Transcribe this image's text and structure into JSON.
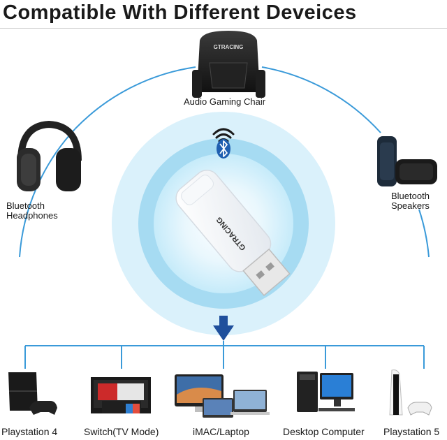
{
  "title": "Compatible With Different Deveices",
  "brand": "GTRACING",
  "top_devices": {
    "chair": "Audio Gaming Chair",
    "headphones": [
      "Bluetooth",
      "Headphones"
    ],
    "speakers": [
      "Bluetooth",
      "Speakers"
    ]
  },
  "bottom_devices": [
    {
      "label": "Playstation  4",
      "icon": "playstation-4-icon"
    },
    {
      "label": "Switch(TV Mode)",
      "icon": "nintendo-switch-icon"
    },
    {
      "label": "iMAC/Laptop",
      "icon": "imac-laptop-icon"
    },
    {
      "label": "Desktop Computer",
      "icon": "desktop-computer-icon"
    },
    {
      "label": "Playstation  5",
      "icon": "playstation-5-icon"
    }
  ],
  "colors": {
    "accent": "#3a9ad9",
    "glow_outer": "#d8f0fb",
    "glow_inner": "#9fd8f2",
    "arrow": "#1f4f9c",
    "bluetooth": "#1f5fb0"
  }
}
